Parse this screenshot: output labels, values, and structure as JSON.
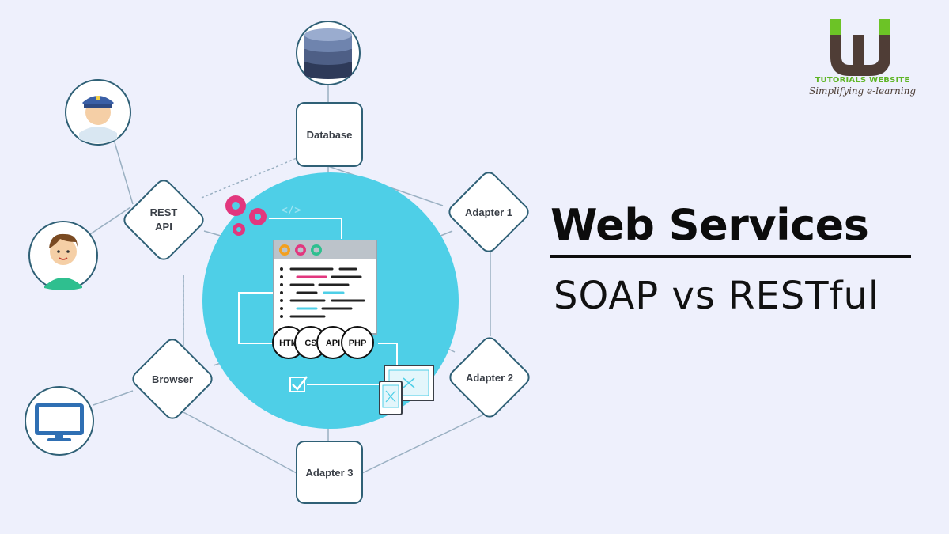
{
  "title": "Web Services",
  "subtitle": "SOAP vs RESTful",
  "brand": {
    "name": "TUTORIALS WEBSITE",
    "tagline": "Simplifying e-learning",
    "colors": {
      "green": "#6cc326",
      "brown": "#4f3d36"
    }
  },
  "nodes": {
    "database": "Database",
    "adapter1": "Adapter 1",
    "adapter2": "Adapter 2",
    "adapter3": "Adapter 3",
    "browser": "Browser",
    "rest_api_line1": "REST",
    "rest_api_line2": "API"
  },
  "chips": [
    "HTM",
    "CS",
    "API",
    "PHP"
  ],
  "icons": {
    "top": "database-icon",
    "user1": "admin-user-icon",
    "user2": "user-icon",
    "device": "monitor-icon"
  },
  "colors": {
    "background": "#eef0fc",
    "hub": "#4ecfe7",
    "node_stroke": "#2f6076",
    "connector": "#9ab0c2",
    "gear": "#e2377e"
  }
}
